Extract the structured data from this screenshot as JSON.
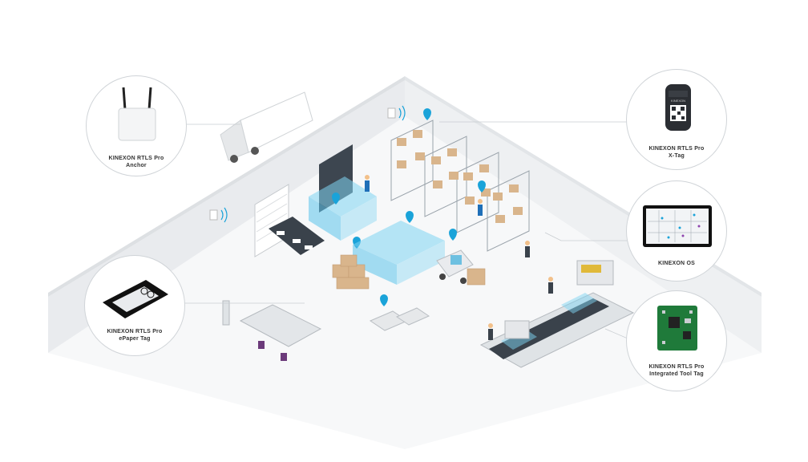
{
  "callouts": {
    "anchor": {
      "line1": "KINEXON RTLS Pro",
      "line2": "Anchor"
    },
    "epaper": {
      "line1": "KINEXON RTLS Pro",
      "line2": "ePaper Tag"
    },
    "xtag": {
      "line1": "KINEXON RTLS Pro",
      "line2": "X-Tag"
    },
    "os": {
      "line1": "KINEXON OS"
    },
    "tooltag": {
      "line1": "KINEXON RTLS Pro",
      "line2": "Integrated Tool Tag"
    }
  },
  "device_text": {
    "xtag_brand": "KINEXON"
  },
  "colors": {
    "accent": "#1aa3d9",
    "zone": "#7fd4f2",
    "wall": "#eef0f2",
    "floor": "#f7f8f9",
    "box": "#d9b58c",
    "line": "#c9cdd1"
  }
}
